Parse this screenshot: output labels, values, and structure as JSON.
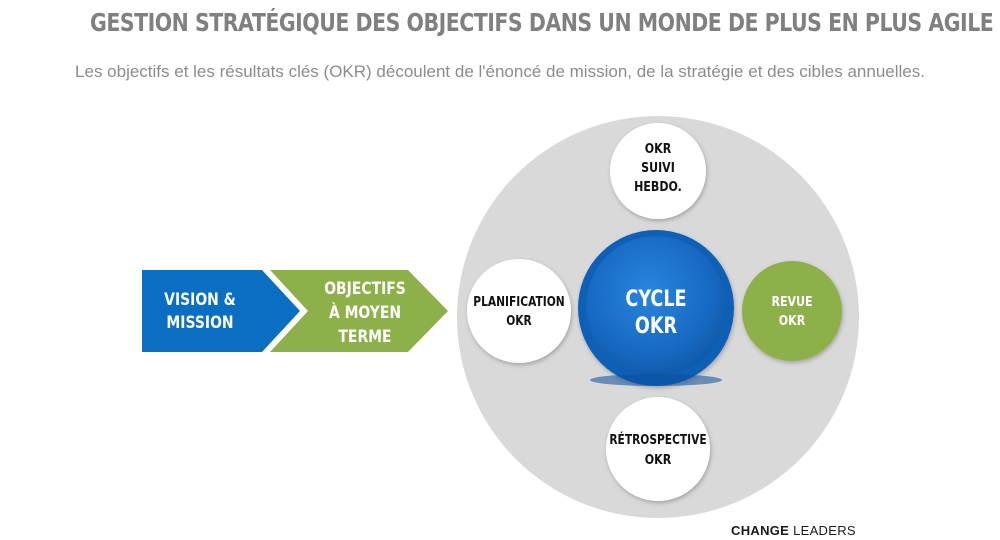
{
  "header": {
    "title": "GESTION STRATÉGIQUE DES OBJECTIFS DANS UN MONDE DE PLUS EN PLUS AGILE",
    "subtitle": "Les objectifs et les résultats clés (OKR) découlent de l'énoncé de mission, de la stratégie et des cibles annuelles."
  },
  "arrows": {
    "vision": {
      "line1": "VISION &",
      "line2": "MISSION",
      "color": "#0a6fc2"
    },
    "objectifs": {
      "line1": "OBJECTIFS",
      "line2": "À MOYEN",
      "line3": "TERME",
      "color": "#8db049"
    }
  },
  "cycle": {
    "center": {
      "line1": "CYCLE",
      "line2": "OKR",
      "color": "#1668c0"
    },
    "top": {
      "line1": "OKR",
      "line2": "SUIVI",
      "line3": "HEBDO."
    },
    "left": {
      "line1": "PLANIFICATION",
      "line2": "OKR"
    },
    "right": {
      "line1": "REVUE",
      "line2": "OKR",
      "color": "#8db049"
    },
    "bottom": {
      "line1": "RÉTROSPECTIVE",
      "line2": "OKR"
    },
    "ring_color": "#d9d9d9"
  },
  "logo": {
    "part1": "CHANGE",
    "part2": "LEADERS"
  }
}
